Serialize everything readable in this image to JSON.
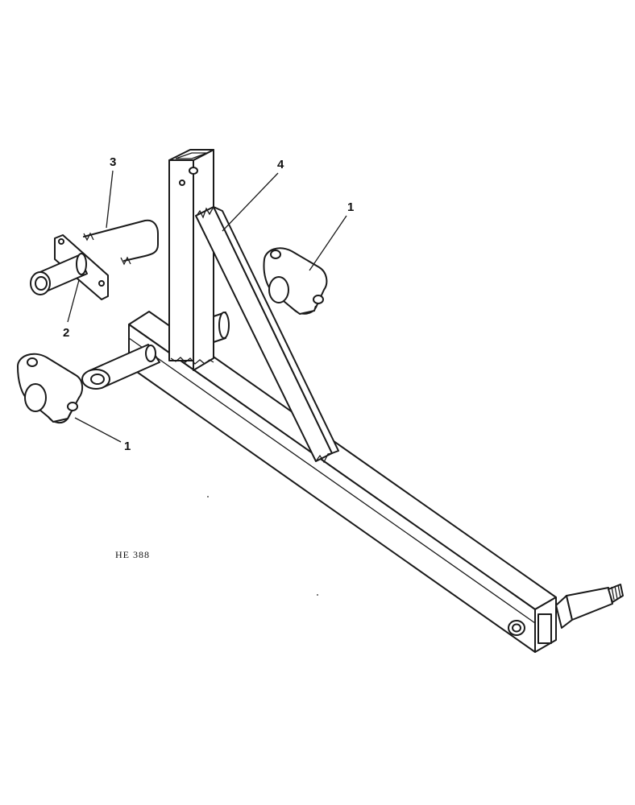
{
  "figure": {
    "reference": "HE 388"
  },
  "callouts": [
    {
      "id": "c1a",
      "label": "1"
    },
    {
      "id": "c1b",
      "label": "1"
    },
    {
      "id": "c2",
      "label": "2"
    },
    {
      "id": "c3",
      "label": "3"
    },
    {
      "id": "c4",
      "label": "4"
    }
  ],
  "colors": {
    "ink": "#1a1a1a",
    "paper": "#ffffff"
  }
}
